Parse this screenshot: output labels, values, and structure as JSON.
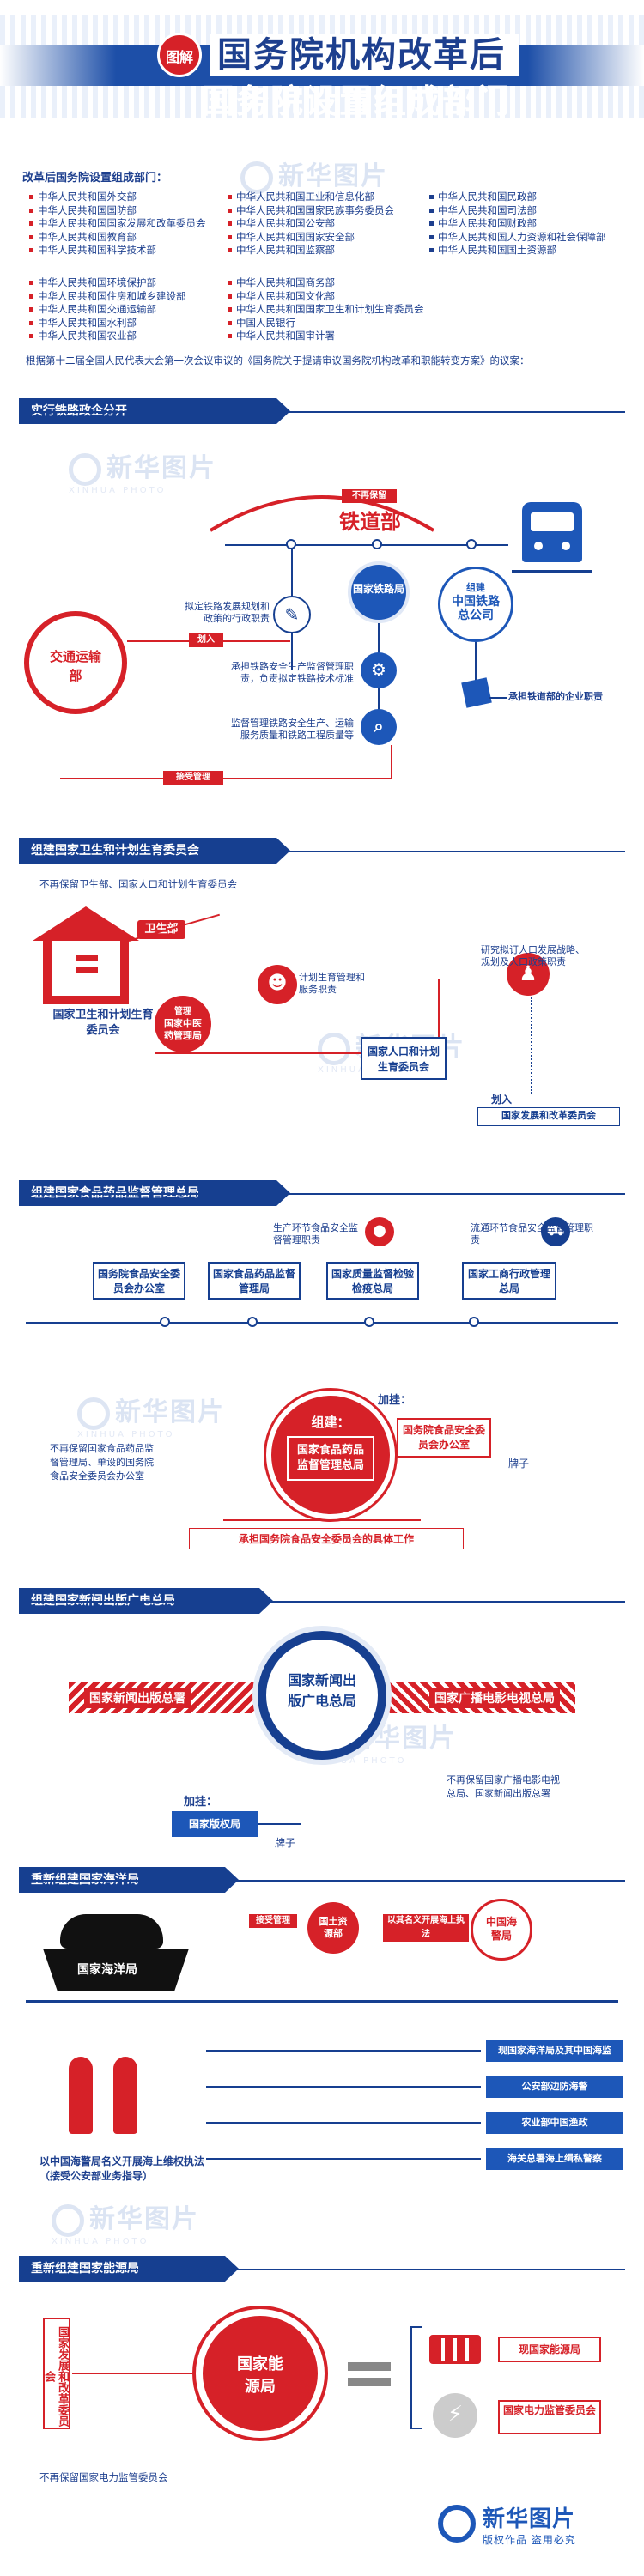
{
  "header": {
    "badge": "图解",
    "title_line1": "国务院机构改革后",
    "title_line2": "国务院设置组成部门"
  },
  "intro": {
    "heading": "改革后国务院设置组成部门：",
    "col1": [
      "中华人民共和国外交部",
      "中华人民共和国国防部",
      "中华人民共和国国家发展和改革委员会",
      "中华人民共和国教育部",
      "中华人民共和国科学技术部"
    ],
    "col2": [
      "中华人民共和国工业和信息化部",
      "中华人民共和国国家民族事务委员会",
      "中华人民共和国公安部",
      "中华人民共和国国家安全部",
      "中华人民共和国监察部"
    ],
    "col3": [
      "中华人民共和国民政部",
      "中华人民共和国司法部",
      "中华人民共和国财政部",
      "中华人民共和国人力资源和社会保障部",
      "中华人民共和国国土资源部"
    ],
    "col4": [
      "中华人民共和国环境保护部",
      "中华人民共和国住房和城乡建设部",
      "中华人民共和国交通运输部",
      "中华人民共和国水利部",
      "中华人民共和国农业部"
    ],
    "col5": [
      "中华人民共和国商务部",
      "中华人民共和国文化部",
      "中华人民共和国国家卫生和计划生育委员会",
      "中国人民银行",
      "中华人民共和国审计署"
    ],
    "note": "根据第十二届全国人民代表大会第一次会议审议的《国务院关于提请审议国务院机构改革和职能转变方案》的议案："
  },
  "railway": {
    "section_title": "实行铁路政企分开",
    "banner": "不再保留",
    "ministry": "铁道部",
    "transport": "交通运输部",
    "tag_into": "划入",
    "tag_supervise": "接受管理",
    "bureau": "国家铁路局",
    "corp_label": "组建",
    "corp": "中国铁路总公司",
    "desc1": "拟定铁路发展规划和政策的行政职责",
    "desc2": "承担铁路安全生产监督管理职责，负责拟定铁路技术标准",
    "desc3": "监督管理铁路安全生产、运输服务质量和铁路工程质量等",
    "desc4": "承担铁道部的企业职责"
  },
  "health": {
    "section_title": "组建国家卫生和计划生育委员会",
    "sub": "不再保留卫生部、国家人口和计划生育委员会",
    "ministry": "卫生部",
    "new_committee": "国家卫生和计划生育委员会",
    "tag_manage": "管理",
    "tcm": "国家中医药管理局",
    "family_planning_duty": "计划生育管理和服务职责",
    "npfpc": "国家人口和计划生育委员会",
    "population_duty": "研究拟订人口发展战略、规划及人口政策职责",
    "into": "划入",
    "ndrc": "国家发展和改革委员会"
  },
  "food": {
    "section_title": "组建国家食品药品监督管理总局",
    "duty1": "生产环节食品安全监督管理职责",
    "duty2": "流通环节食品安全监督管理职责",
    "offices": [
      "国务院食品安全委员会办公室",
      "国家食品药品监督管理局",
      "国家质量监督检验检疫总局",
      "国家工商行政管理总局"
    ],
    "left_note": "不再保留国家食品药品监督管理局、单设的国务院食品安全委员会办公室",
    "form_label": "组建：",
    "new_admin": "国家食品药品监督管理总局",
    "add_label": "加挂：",
    "office_plate": "国务院食品安全委员会办公室",
    "plate": "牌子",
    "bottom": "承担国务院食品安全委员会的具体工作"
  },
  "press": {
    "section_title": "组建国家新闻出版广电总局",
    "left": "国家新闻出版总署",
    "center": "国家新闻出版广电总局",
    "right": "国家广播电影电视总局",
    "add_label": "加挂：",
    "copyright": "国家版权局",
    "plate": "牌子",
    "note": "不再保留国家广播电影电视总局、国家新闻出版总署"
  },
  "ocean": {
    "section_title": "重新组建国家海洋局",
    "ship": "国家海洋局",
    "tag_manage": "接受管理",
    "land": "国土资源部",
    "tag_name": "以其名义开展海上执法",
    "coast_guard": "中国海警局",
    "forces": [
      "现国家海洋局及其中国海监",
      "公安部边防海警",
      "农业部中国渔政",
      "海关总署海上缉私警察"
    ],
    "bottom": "以中国海警局名义开展海上维权执法（接受公安部业务指导）"
  },
  "energy": {
    "section_title": "重新组建国家能源局",
    "panel": "国家发展和改革委员会",
    "center": "国家能源局",
    "item1": "现国家能源局",
    "item2": "国家电力监管委员会",
    "bottom": "不再保留国家电力监管委员会"
  },
  "footer": {
    "brand": "新华图片",
    "slogan": "版权作品 盗用必究"
  },
  "watermark": {
    "text": "新华图片",
    "sub": "XINHUA PHOTO"
  },
  "colors": {
    "navy": "#163f90",
    "red": "#d62128",
    "blue": "#1d57b8"
  }
}
